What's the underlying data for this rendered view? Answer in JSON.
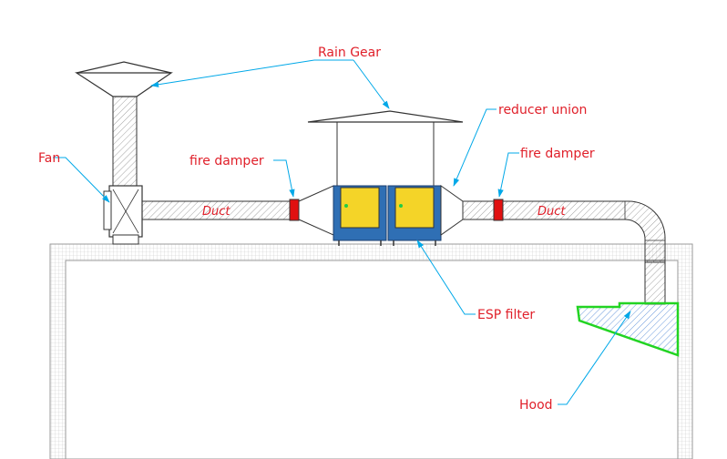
{
  "labels": {
    "rain_gear": "Rain Gear",
    "fan": "Fan",
    "fire_damper_left": "fire damper",
    "fire_damper_right": "fire damper",
    "reducer_union": "reducer union",
    "duct_left": "Duct",
    "duct_right": "Duct",
    "esp_filter": "ESP filter",
    "hood": "Hood"
  },
  "colors": {
    "label_red": "#e0202a",
    "leader_cyan": "#00a8e8",
    "building_grid": "#c9c9c9",
    "outline": "#333333",
    "hatch": "#8a8a8a",
    "damper": "#e01010",
    "esp_body": "#2f6fb4",
    "esp_panel": "#f4d428",
    "hood_outline": "#22d422",
    "hood_hatch": "#5a8fd8"
  }
}
